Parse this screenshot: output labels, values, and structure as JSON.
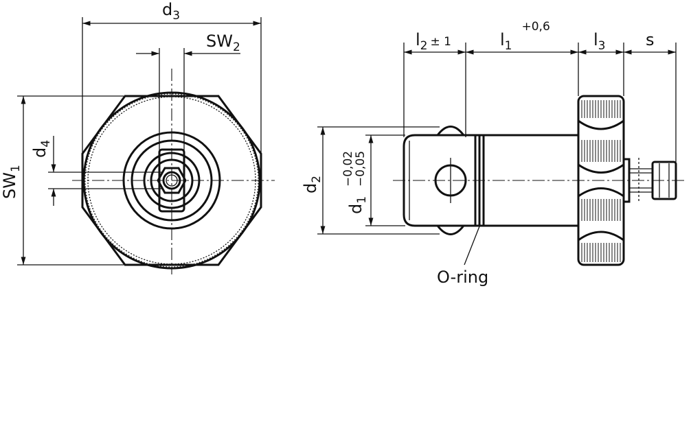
{
  "labels": {
    "d3": {
      "main": "d",
      "sub": "3"
    },
    "sw2": {
      "main": "SW",
      "sub": "2"
    },
    "sw1": {
      "main": "SW",
      "sub": "1"
    },
    "d4": {
      "main": "d",
      "sub": "4"
    },
    "l2": {
      "main": "l",
      "sub": "2",
      "suffix": "± 1"
    },
    "l1": {
      "main": "l",
      "sub": "1",
      "sup": "+0,6"
    },
    "l3": {
      "main": "l",
      "sub": "3"
    },
    "s": {
      "main": "s"
    },
    "d2": {
      "main": "d",
      "sub": "2"
    },
    "d1": {
      "main": "d",
      "sub": "1",
      "tol_upper": "−0,02",
      "tol_lower": "−0,05"
    },
    "oring": {
      "text": "O-ring"
    }
  }
}
